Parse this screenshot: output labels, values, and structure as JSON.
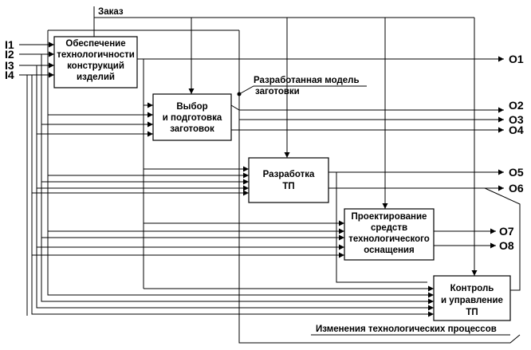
{
  "diagram": {
    "control_order": "Заказ",
    "model_label_line1": "Разработанная модель",
    "model_label_line2": "заготовки",
    "changes_label": "Изменения технологических процессов",
    "inputs": [
      "I1",
      "I2",
      "I3",
      "I4"
    ],
    "outputs": [
      "O1",
      "O2",
      "O3",
      "O4",
      "O5",
      "O6",
      "O7",
      "O8"
    ],
    "blocks": {
      "b1": [
        "Обеспечение",
        "технологичности",
        "конструкций",
        "изделий"
      ],
      "b2": [
        "Выбор",
        "и подготовка",
        "заготовок"
      ],
      "b3": [
        "Разработка",
        "ТП"
      ],
      "b4": [
        "Проектирование",
        "средств",
        "технологического",
        "оснащения"
      ],
      "b5": [
        "Контроль",
        "и управление",
        "ТП"
      ]
    }
  }
}
